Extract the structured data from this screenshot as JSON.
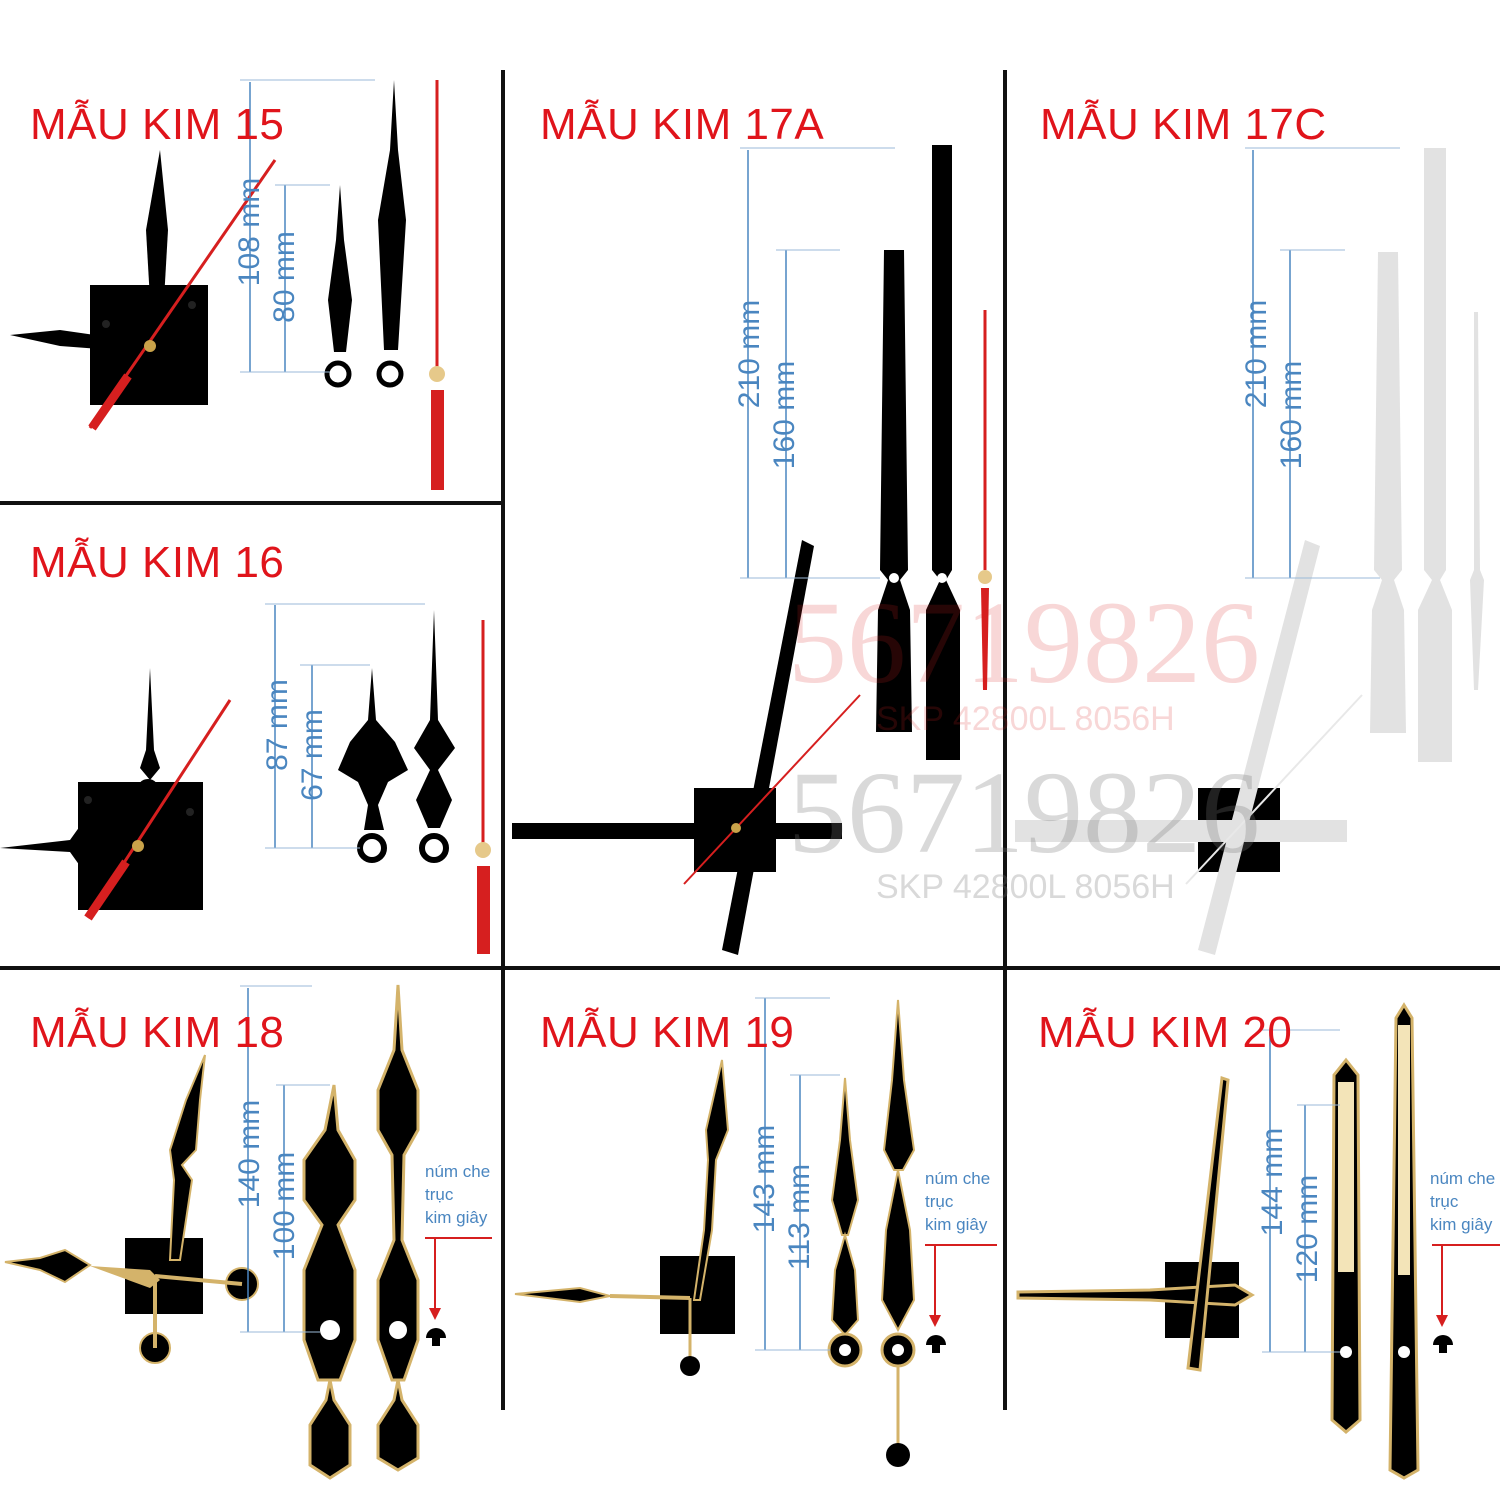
{
  "colors": {
    "title_red": "#e0141b",
    "dimension_blue": "#4a86c0",
    "hand_black": "#000000",
    "hand_gold": "#d4b36a",
    "second_hand_red": "#d61f1f",
    "hand_white": "#e2e2e2"
  },
  "panels": [
    {
      "title": "MẪU KIM 15",
      "dims": [
        "108 mm",
        "80 mm"
      ]
    },
    {
      "title": "MẪU KIM 16",
      "dims": [
        "87 mm",
        "67 mm"
      ]
    },
    {
      "title": "MẪU KIM 17A",
      "dims": [
        "210 mm",
        "160 mm"
      ]
    },
    {
      "title": "MẪU KIM 17C",
      "dims": [
        "210 mm",
        "160 mm"
      ]
    },
    {
      "title": "MẪU KIM 18",
      "dims": [
        "140 mm",
        "100 mm"
      ],
      "note": [
        "núm che",
        "trục",
        "kim giây"
      ]
    },
    {
      "title": "MẪU KIM 19",
      "dims": [
        "143 mm",
        "113 mm"
      ],
      "note": [
        "núm che",
        "trục",
        "kim giây"
      ]
    },
    {
      "title": "MẪU KIM 20",
      "dims": [
        "144 mm",
        "120 mm"
      ],
      "note": [
        "núm che",
        "trục",
        "kim giây"
      ]
    }
  ],
  "watermark": {
    "number": "56719826",
    "model": "SKP 42800L 8056H"
  }
}
